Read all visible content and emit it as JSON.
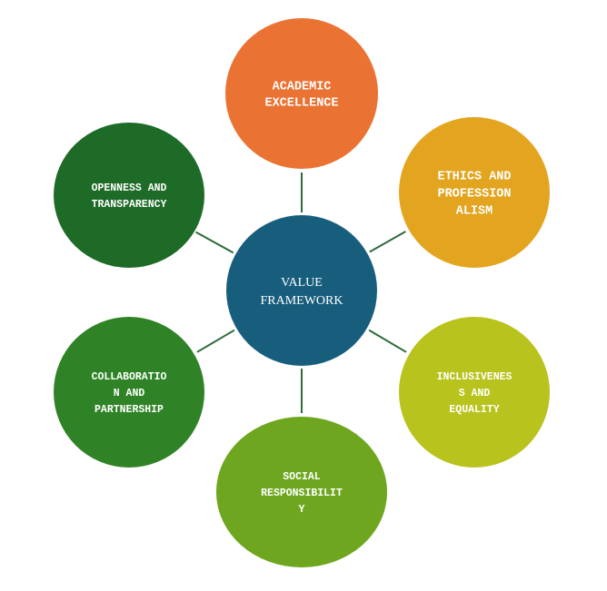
{
  "diagram": {
    "center": {
      "lines": [
        "VALUE",
        "FRAMEWORK"
      ],
      "color": "#175e7d"
    },
    "nodes": [
      {
        "id": "academic-excellence",
        "lines": [
          "ACADEMIC",
          "EXCELLENCE"
        ],
        "color": "#ea7334"
      },
      {
        "id": "ethics-and-professionalism",
        "lines": [
          "ETHICS AND",
          "PROFESSION",
          "ALISM"
        ],
        "color": "#e3a51f"
      },
      {
        "id": "inclusiveness-and-equality",
        "lines": [
          "INCLUSIVENES",
          "S AND",
          "EQUALITY"
        ],
        "color": "#b8c31d"
      },
      {
        "id": "social-responsibility",
        "lines": [
          "SOCIAL",
          "RESPONSIBILIT",
          "Y"
        ],
        "color": "#6ea71f"
      },
      {
        "id": "collaboration-and-partnership",
        "lines": [
          "COLLABORATIO",
          "N AND",
          "PARTNERSHIP"
        ],
        "color": "#2f8326"
      },
      {
        "id": "openness-and-transparency",
        "lines": [
          "OPENNESS AND",
          "TRANSPARENCY"
        ],
        "color": "#1e6b28"
      }
    ],
    "connector_color": "#2e6b3a"
  }
}
